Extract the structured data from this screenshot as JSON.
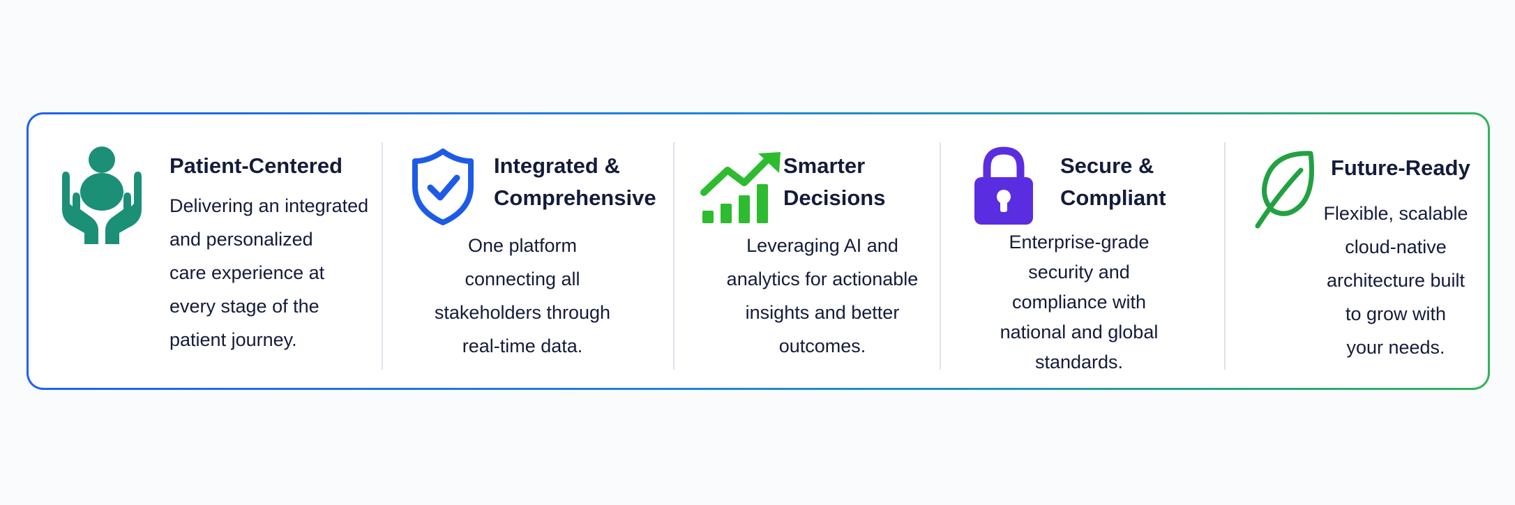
{
  "features": [
    {
      "icon": "hands-person-icon",
      "title": "Patient-Centered",
      "description": "Delivering an integrated\nand personalized\ncare experience at\nevery stage of the\npatient journey.",
      "color": "#1c8f77"
    },
    {
      "icon": "shield-check-icon",
      "title": "Integrated &\nComprehensive",
      "description": "One platform\nconnecting all\nstakeholders through\nreal-time data.",
      "color": "#1d5be6"
    },
    {
      "icon": "growth-chart-icon",
      "title": "Smarter\nDecisions",
      "description": "Leveraging AI and\nanalytics for actionable\ninsights and better\noutcomes.",
      "color": "#2dbb2f"
    },
    {
      "icon": "padlock-icon",
      "title": "Secure &\nCompliant",
      "description": "Enterprise-grade\nsecurity and\ncompliance with\nnational and global\nstandards.",
      "color": "#5b2de0"
    },
    {
      "icon": "leaf-icon",
      "title": "Future-Ready",
      "description": "Flexible, scalable\ncloud-native\narchitecture built\nto grow with\nyour needs.",
      "color": "#22a142"
    }
  ]
}
